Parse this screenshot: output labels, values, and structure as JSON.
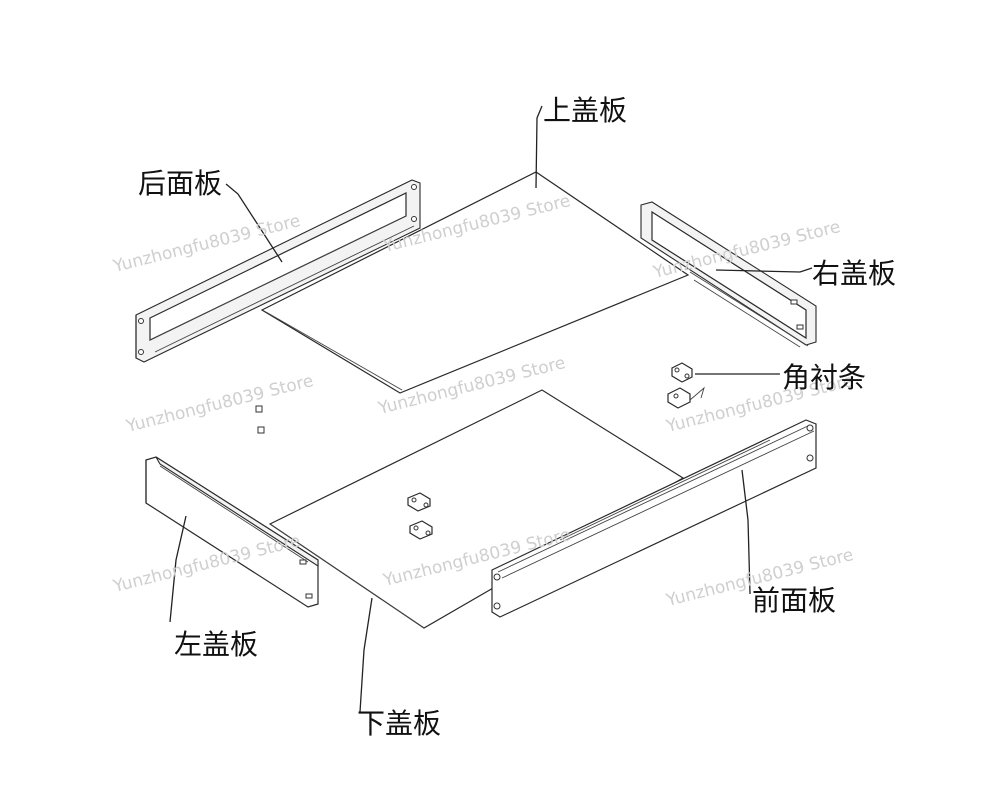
{
  "labels": {
    "top_cover": "上盖板",
    "rear_panel": "后面板",
    "right_cover": "右盖板",
    "corner_strip": "角衬条",
    "left_cover": "左盖板",
    "front_panel": "前面板",
    "bottom_cover": "下盖板"
  },
  "watermark": "Yunzhongfu8039 Store"
}
